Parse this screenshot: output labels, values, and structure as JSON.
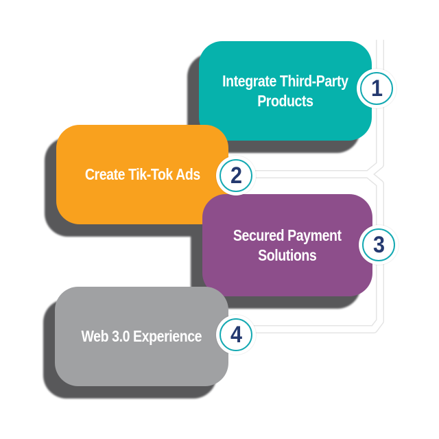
{
  "steps": [
    {
      "number": "1",
      "label": "Integrate Third-Party\nProducts",
      "color": "#06B2AC"
    },
    {
      "number": "2",
      "label": "Create Tik-Tok Ads",
      "color": "#F9A11E"
    },
    {
      "number": "3",
      "label": "Secured Payment\nSolutions",
      "color": "#8D4E8B"
    },
    {
      "number": "4",
      "label": "Web 3.0 Experience",
      "color": "#A0A1A3"
    }
  ],
  "colors": {
    "shadow": "#58585A",
    "ring": "#14A9B2",
    "number": "#24396F",
    "text": "#FFFFFF",
    "connector": "#FFFFFF",
    "connector_edge": "#E4E4E4",
    "background": "#FFFFFF"
  }
}
